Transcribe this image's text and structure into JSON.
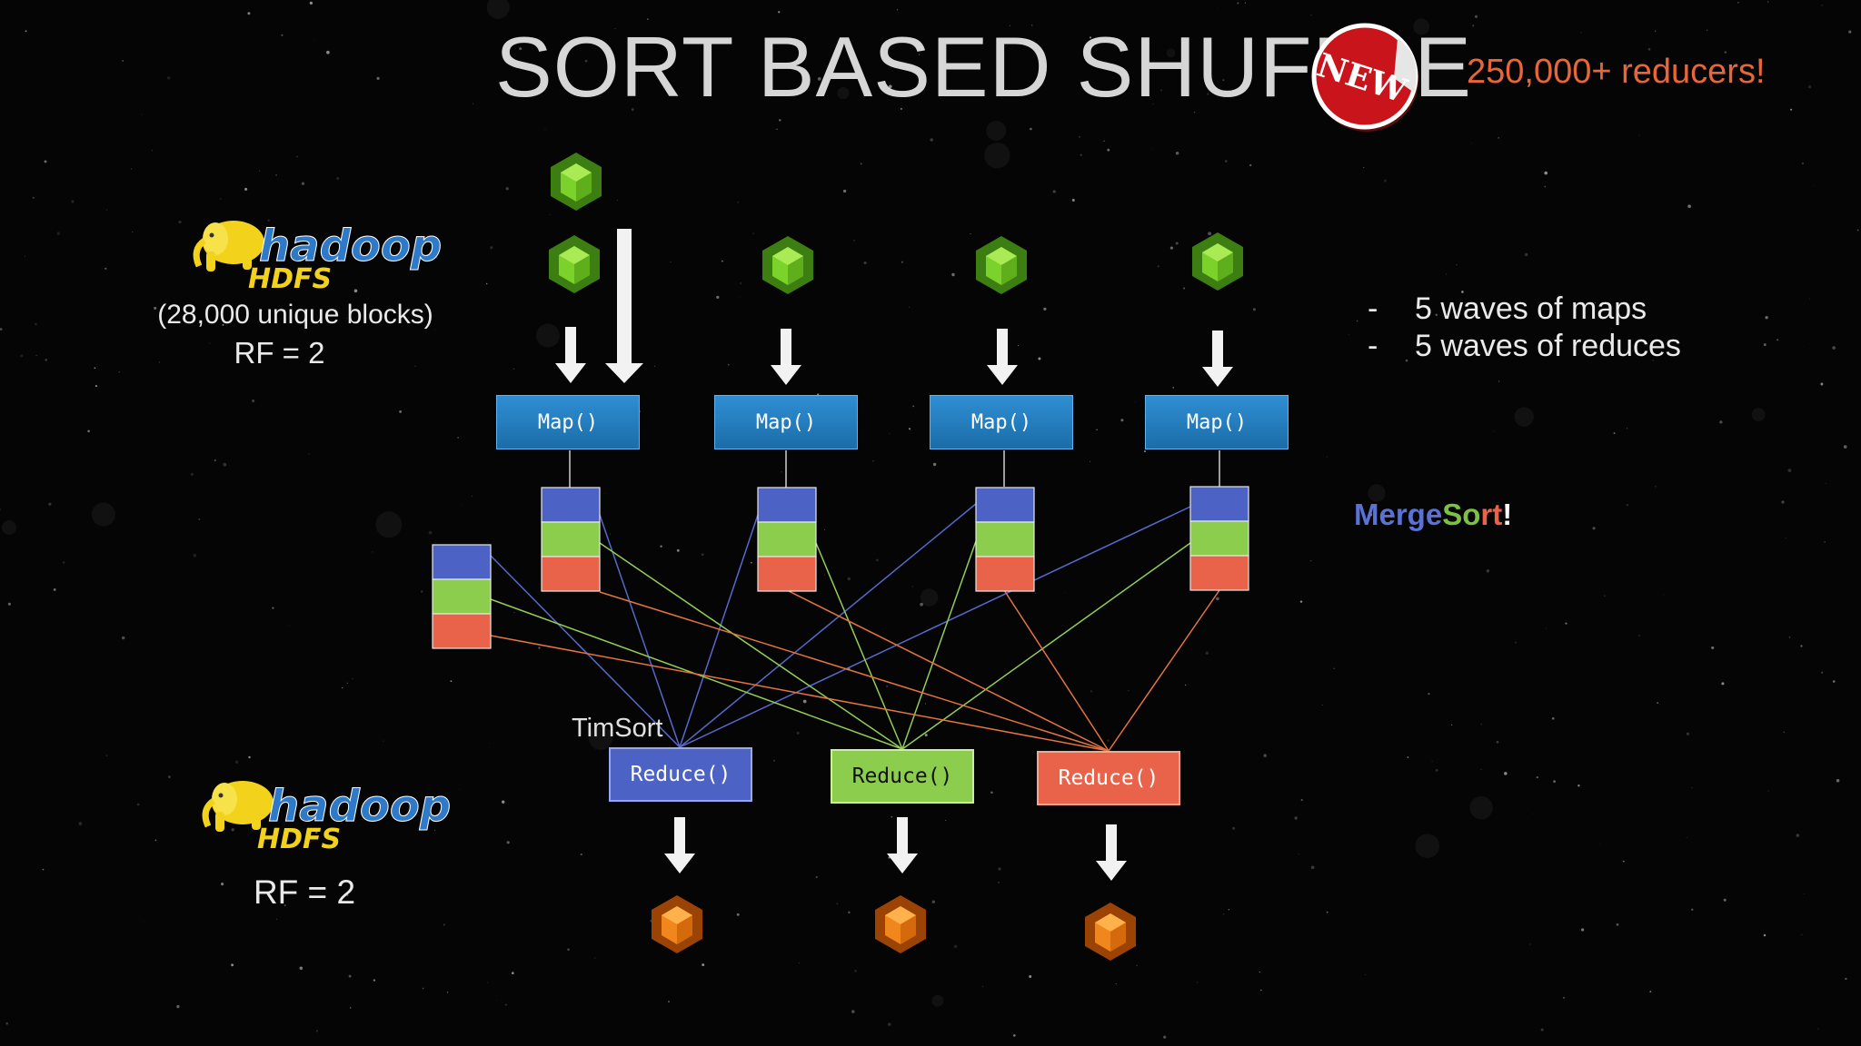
{
  "slide": {
    "title": "SORT BASED SHUFFLE",
    "badge": "NEW",
    "reducers_note": "250,000+ reducers!"
  },
  "source_hdfs": {
    "logo_text": "hadoop",
    "logo_subtext": "HDFS",
    "blocks": "(28,000 unique blocks)",
    "replication": "RF = 2"
  },
  "sink_hdfs": {
    "logo_text": "hadoop",
    "logo_subtext": "HDFS",
    "replication": "RF = 2"
  },
  "maps": [
    {
      "label": "Map()"
    },
    {
      "label": "Map()"
    },
    {
      "label": "Map()"
    },
    {
      "label": "Map()"
    }
  ],
  "reducers": [
    {
      "label": "Reduce()",
      "color": "#4d62c5"
    },
    {
      "label": "Reduce()",
      "color": "#8ccd4e"
    },
    {
      "label": "Reduce()",
      "color": "#e9634a"
    }
  ],
  "partition_colors": [
    "#4d62c5",
    "#8ccd4e",
    "#e9634a"
  ],
  "notes": {
    "waves": [
      {
        "bullet": "-",
        "text": "5 waves of maps"
      },
      {
        "bullet": "-",
        "text": "5 waves of reduces"
      }
    ],
    "mergesort_parts": [
      {
        "text": "Merge",
        "color": "#5b71d3"
      },
      {
        "text": "So",
        "color": "#7ac144"
      },
      {
        "text": "rt",
        "color": "#e9634a"
      },
      {
        "text": "!",
        "color": "#ffffff"
      }
    ],
    "timsort": "TimSort"
  },
  "icons": {
    "input_block": "green-cube-icon",
    "output_block": "orange-cube-icon",
    "flow": "down-arrow-icon",
    "badge": "new-badge-icon",
    "logo": "hadoop-elephant-icon"
  }
}
